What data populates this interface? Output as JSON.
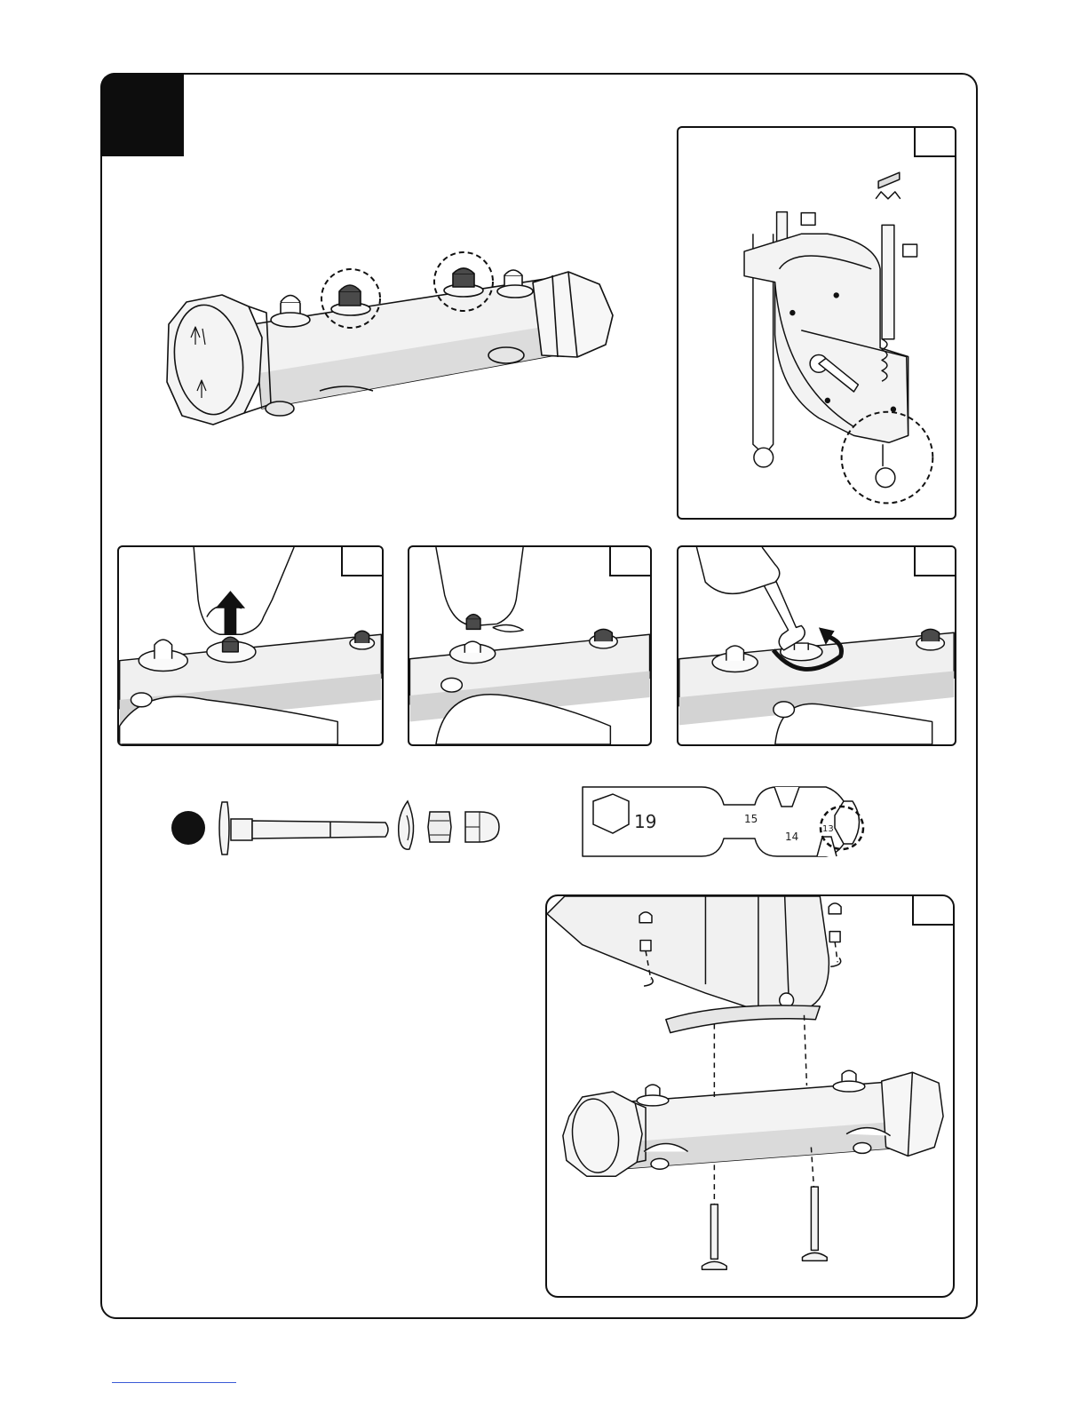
{
  "wrench": {
    "sizes": [
      "19",
      "15",
      "14",
      "13"
    ],
    "highlighted_size": "13"
  },
  "hardware": {
    "icons": [
      "carriage-bolt-icon",
      "curved-washer-icon",
      "hex-nut-icon",
      "cap-nut-icon"
    ]
  },
  "colors": {
    "ink": "#111111",
    "fill_light": "#f2f2f2",
    "fill_shade": "#d8d8d8",
    "cap_dark": "#4a4a4a",
    "badge": "#0d0d0d",
    "footer_link": "#3b5bd6"
  }
}
